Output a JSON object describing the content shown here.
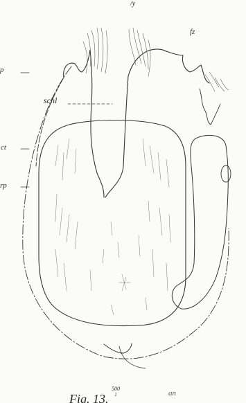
{
  "figure": {
    "caption": "Fig. 13.",
    "magnification_num": "500",
    "magnification_den": "1",
    "bottom_label": "an",
    "top_label": "/y"
  },
  "labels": {
    "p": "p",
    "schl": "schl",
    "ct": "ct",
    "rp": "rp",
    "fz": "fz"
  }
}
